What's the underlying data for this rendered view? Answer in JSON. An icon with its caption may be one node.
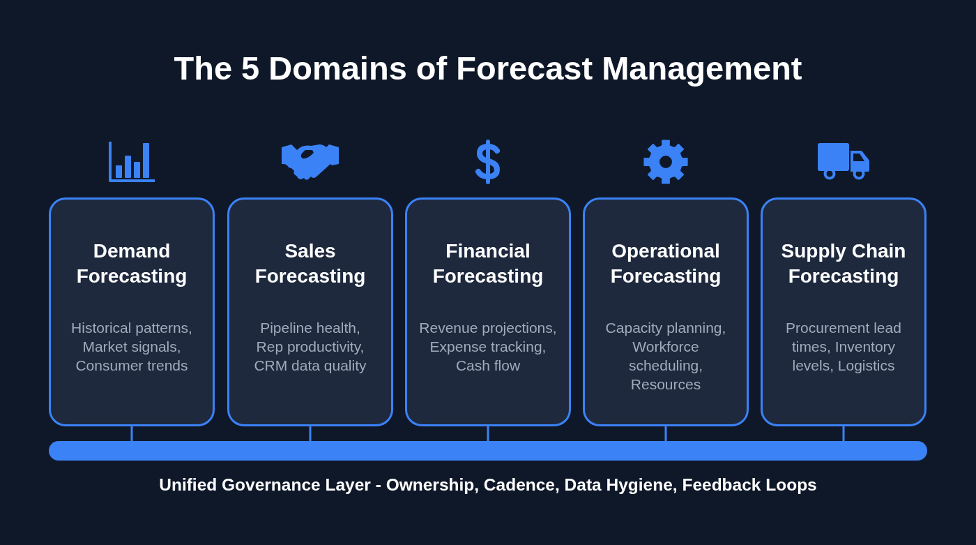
{
  "diagram": {
    "title": "The 5 Domains of Forecast Management",
    "nodes": [
      {
        "text": [
          "Demand Forecasting",
          "Historical patterns, Market signals, Consumer trends"
        ]
      },
      {
        "text": [
          "Sales Forecasting",
          "Pipeline health, Rep productivity, CRM data quality"
        ]
      },
      {
        "text": [
          "Financial Forecasting",
          "Revenue projections, Expense tracking, Cash flow"
        ]
      },
      {
        "text": [
          "Operational Forecasting",
          "Capacity planning, Workforce scheduling, Resources"
        ]
      },
      {
        "text": [
          "Supply Chain Forecasting",
          "Procurement lead times, Inventory levels, Logistics"
        ]
      },
      {
        "text": [
          "Unified Governance Layer - Ownership, Cadence, Data Hygiene, Feedback Loops"
        ]
      }
    ],
    "edges": [
      {
        "from": 0,
        "to": 5,
        "arrow": "none"
      },
      {
        "from": 1,
        "to": 5,
        "arrow": "none"
      },
      {
        "from": 2,
        "to": 5,
        "arrow": "none"
      },
      {
        "from": 3,
        "to": 5,
        "arrow": "none"
      },
      {
        "from": 4,
        "to": 5,
        "arrow": "none"
      }
    ]
  }
}
